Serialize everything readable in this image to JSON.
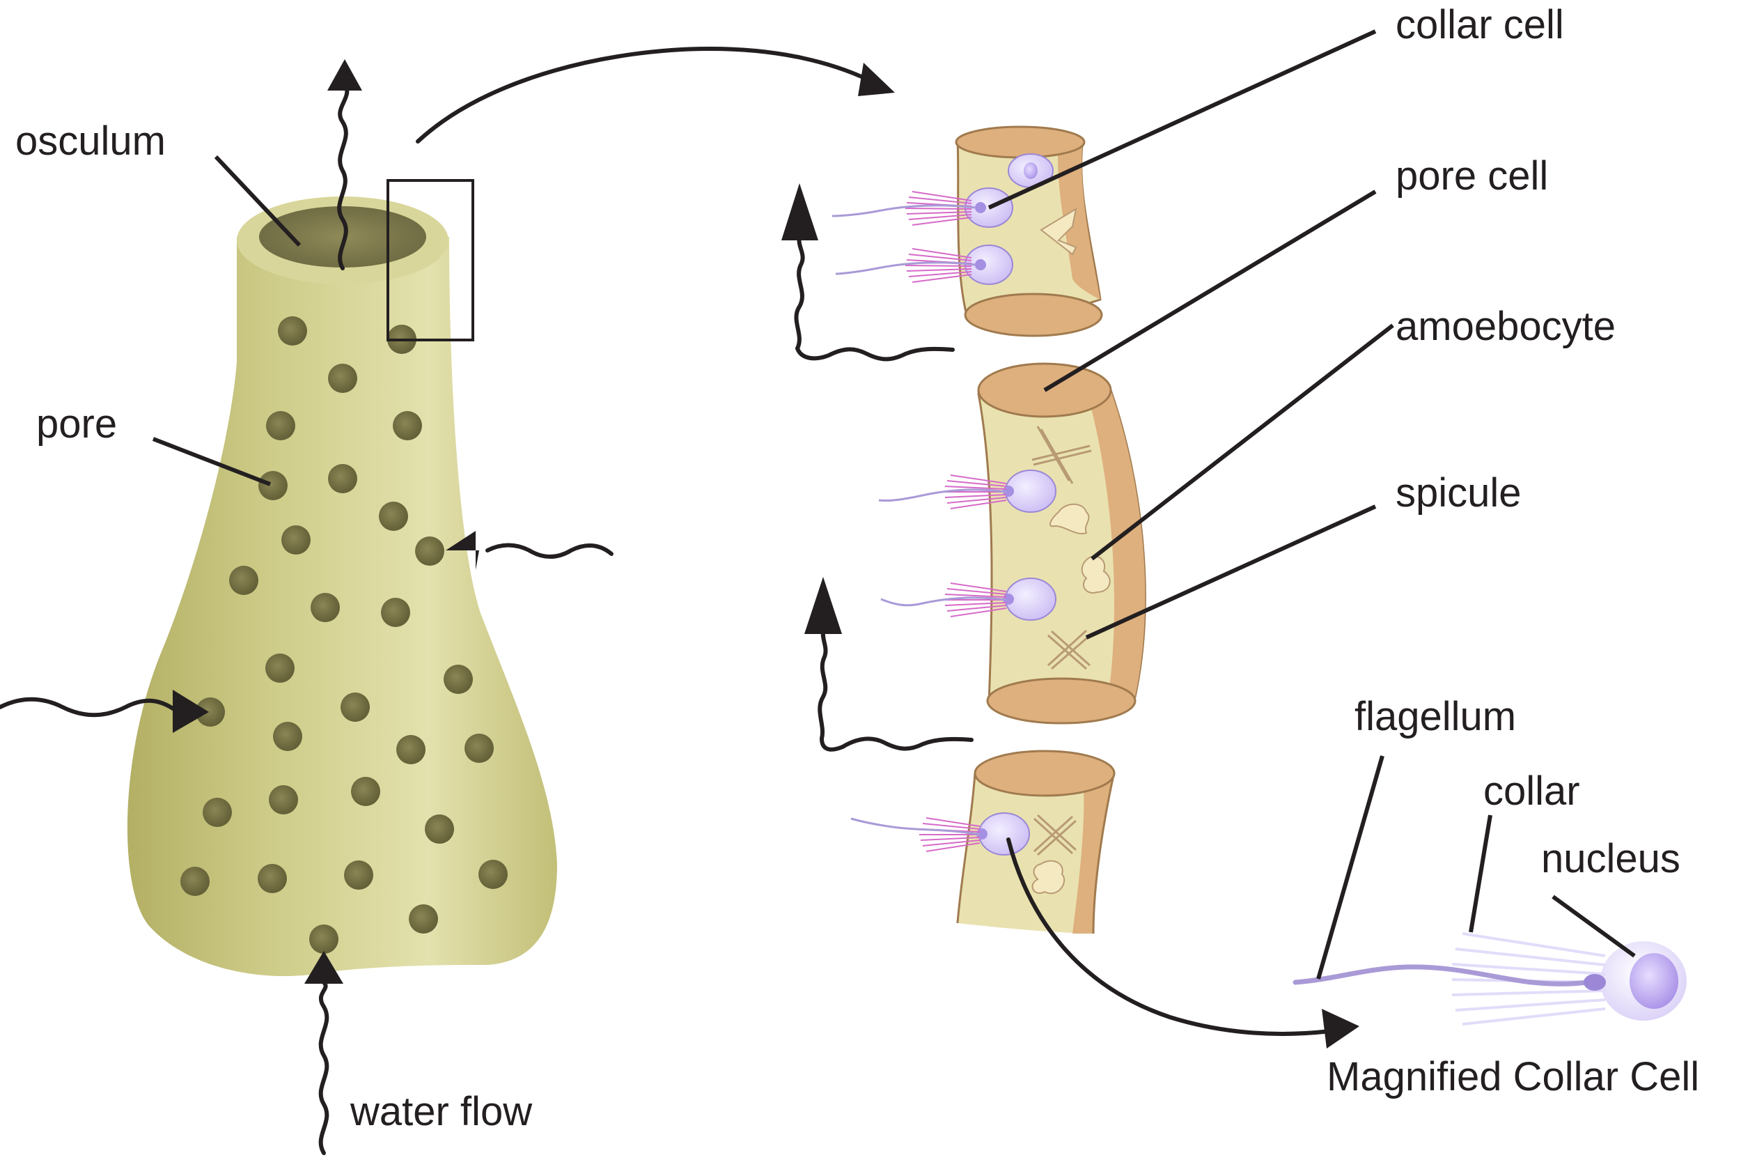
{
  "labels": {
    "osculum": "osculum",
    "pore": "pore",
    "water_flow": "water flow",
    "collar_cell": "collar cell",
    "pore_cell": "pore cell",
    "amoebocyte": "amoebocyte",
    "spicule": "spicule",
    "flagellum": "flagellum",
    "collar": "collar",
    "nucleus": "nucleus",
    "magnified_collar_cell": "Magnified Collar Cell"
  },
  "colors": {
    "sponge_body": "#d8d89a",
    "sponge_shade": "#b8b66e",
    "pore": "#7a7648",
    "tissue_face": "#e9e2b0",
    "tissue_edge": "#deb07e",
    "tissue_outline": "#a07a4e",
    "cell_body": "#d4c8f6",
    "cell_nucleus": "#a58fe3",
    "collar_fibers": "#d66ac8",
    "flagellum": "#a99ad7",
    "spicule": "#b89a74",
    "amoebocyte": "#f5e9c2",
    "ink": "#231f20"
  }
}
